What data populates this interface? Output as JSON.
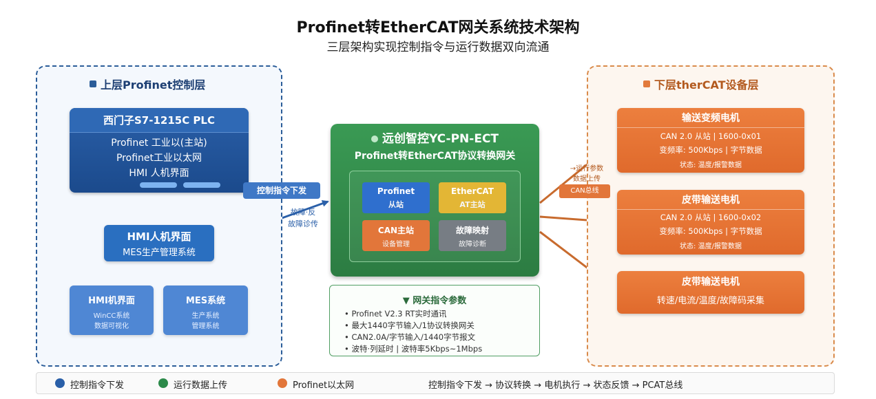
{
  "title": "Profinet转EtherCAT网关系统技术架构",
  "subtitle": "三层架构实现控制指令与运行数据双向流通",
  "colors": {
    "control_blue": "#2a5fa8",
    "gateway_green": "#2c8a4a",
    "device_orange": "#e2763a"
  },
  "left_layer": {
    "title": "上层Profinet控制层",
    "plc": {
      "title": "西门子S7-1215C PLC",
      "lines": [
        "Profinet 工业以(主站)",
        "Profinet工业以太网",
        "HMI 人机界面"
      ]
    },
    "hmi": {
      "title": "HMI人机界面",
      "subtitle": "MES生产管理系统"
    },
    "small_boxes": [
      {
        "title": "HMI机界面",
        "lines": [
          "WinCC系统",
          "数据可视化"
        ]
      },
      {
        "title": "MES系统",
        "lines": [
          "生产系统",
          "管理系统"
        ]
      }
    ]
  },
  "gateway": {
    "title": "远创智控YC-PN-ECT",
    "subtitle": "Profinet转EtherCAT协议转换网关",
    "modules": [
      {
        "title": "Profinet",
        "subtitle": "从站"
      },
      {
        "title": "EtherCAT",
        "subtitle": "AT主站"
      },
      {
        "title": "CAN主站",
        "subtitle": "设备管理"
      },
      {
        "title": "故障映射",
        "subtitle": "故障诊断"
      }
    ],
    "params": {
      "title": "网关指令参数",
      "lines": [
        "• Profinet V2.3 RT实时通讯",
        "• 最大1440字节输入/1协议转换网关",
        "• CAN2.0A/字节输入/1440字节报文",
        "• 波特·列延时 | 波特率5Kbps~1Mbps"
      ]
    }
  },
  "right_layer": {
    "title": "下层therCAT设备层",
    "motors": [
      {
        "title": "输送变频电机",
        "lines": [
          "CAN 2.0 从站 | 1600-0x01",
          "变频率: 500Kbps | 字节数据",
          "状态: 温度/报警数据"
        ]
      },
      {
        "title": "皮带输送电机",
        "lines": [
          "CAN 2.0 从站 | 1600-0x02",
          "变频率: 500Kbps | 字节数据",
          "状态: 温度/报警数据"
        ]
      },
      {
        "title": "皮带输送电机",
        "lines": [
          "转速/电流/温度/故障码采集"
        ]
      }
    ]
  },
  "labels": {
    "control_down": "控制指令下发",
    "fault_1": "故障·反",
    "fault_2": "故障诊传",
    "data_up_1": "→运行参数",
    "data_up_2": "数据上传",
    "can_tag": "CAN总线"
  },
  "legend": {
    "items": [
      {
        "label": "控制指令下发"
      },
      {
        "label": "运行数据上传"
      },
      {
        "label": "Profinet以太网"
      }
    ],
    "flow": "控制指令下发 → 协议转换 → 电机执行 → 状态反馈 → PCAT总线"
  }
}
